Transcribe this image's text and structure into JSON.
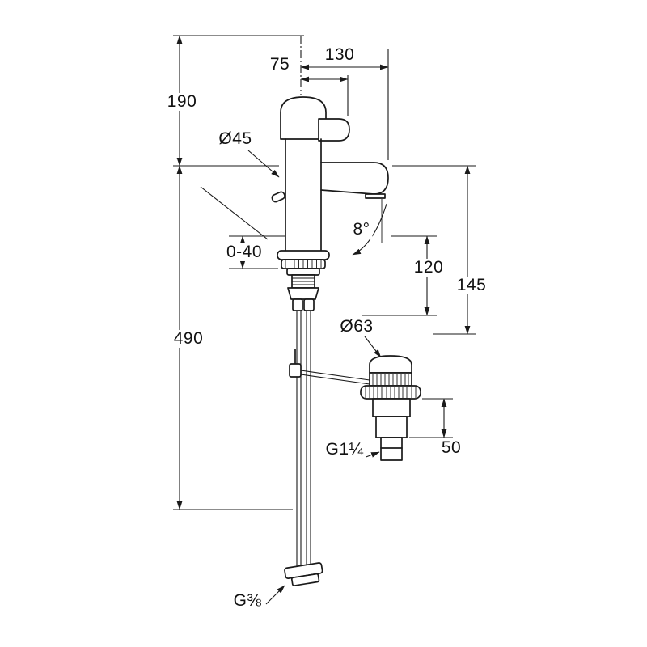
{
  "drawing": {
    "type": "technical-dimension-drawing",
    "subject": "single-lever basin mixer with pop-up waste",
    "background_color": "#ffffff",
    "line_color": "#1a1a1a"
  },
  "labels": {
    "dim_190": "190",
    "dim_490": "490",
    "dim_130": "130",
    "dim_75": "75",
    "dia_45": "Ø45",
    "dim_0_40": "0-40",
    "angle_8": "8°",
    "dim_120": "120",
    "dim_145": "145",
    "dia_63": "Ø63",
    "thread_g1_14": "G1¼",
    "dim_50": "50",
    "thread_g3_8": "G⅜"
  }
}
